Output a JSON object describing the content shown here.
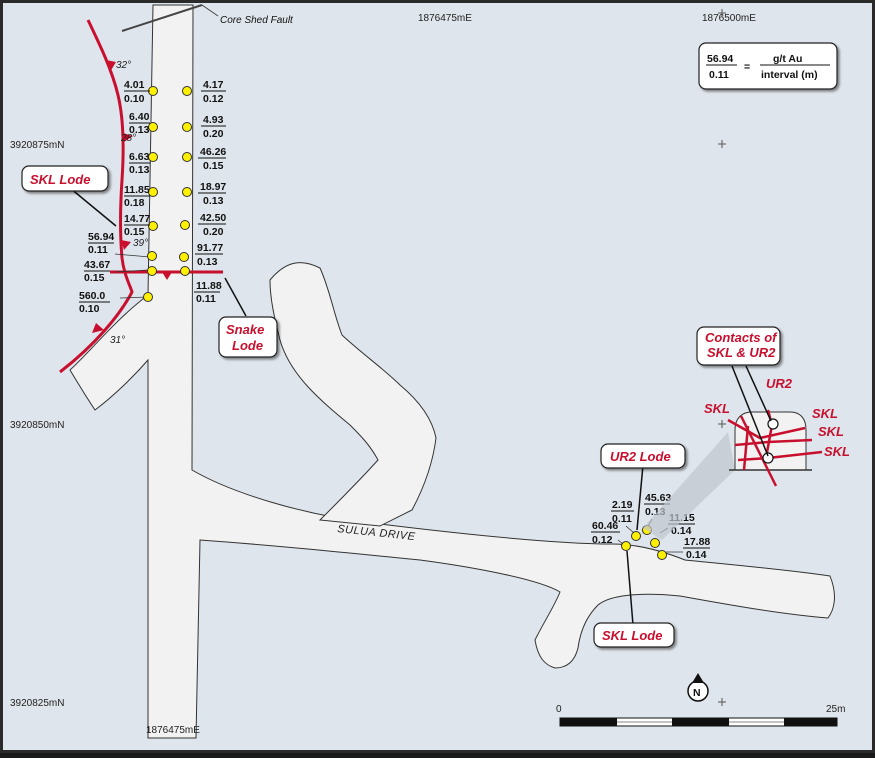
{
  "annotations": {
    "fault": "Core Shed Fault",
    "drive": "SULUA DRIVE"
  },
  "grid": {
    "easting_top_left": "1876475mE",
    "easting_top_right": "1876500mE",
    "easting_bottom": "1876475mE",
    "northing_1": "3920875mN",
    "northing_2": "3920850mN",
    "northing_3": "3920825mN"
  },
  "legend": {
    "grade": "56.94",
    "interval": "0.11",
    "equals": "=",
    "grade_unit": "g/t Au",
    "interval_unit": "interval (m)"
  },
  "lode_labels": {
    "skl_north": "SKL Lode",
    "snake_1": "Snake",
    "snake_2": "Lode",
    "ur2": "UR2 Lode",
    "skl_south": "SKL Lode"
  },
  "contacts_callout": {
    "line1": "Contacts of",
    "line2": "SKL & UR2"
  },
  "inset_labels": {
    "ur2": "UR2",
    "skl_1": "SKL",
    "skl_2": "SKL",
    "skl_3": "SKL",
    "skl_4": "SKL"
  },
  "dips": [
    "32°",
    "28°",
    "39°",
    "31°"
  ],
  "assays": [
    {
      "g": "4.01",
      "i": "0.10"
    },
    {
      "g": "6.40",
      "i": "0.13"
    },
    {
      "g": "6.63",
      "i": "0.13"
    },
    {
      "g": "11.85",
      "i": "0.18"
    },
    {
      "g": "14.77",
      "i": "0.15"
    },
    {
      "g": "56.94",
      "i": "0.11"
    },
    {
      "g": "43.67",
      "i": "0.15"
    },
    {
      "g": "560.0",
      "i": "0.10"
    },
    {
      "g": "4.17",
      "i": "0.12"
    },
    {
      "g": "4.93",
      "i": "0.20"
    },
    {
      "g": "46.26",
      "i": "0.15"
    },
    {
      "g": "18.97",
      "i": "0.13"
    },
    {
      "g": "42.50",
      "i": "0.20"
    },
    {
      "g": "91.77",
      "i": "0.13"
    },
    {
      "g": "11.88",
      "i": "0.11"
    },
    {
      "g": "2.19",
      "i": "0.11"
    },
    {
      "g": "45.63",
      "i": "0.13"
    },
    {
      "g": "60.46",
      "i": "0.12"
    },
    {
      "g": "11.15",
      "i": "0.14"
    },
    {
      "g": "17.88",
      "i": "0.14"
    }
  ],
  "scale": {
    "start": "0",
    "end": "25m"
  },
  "north": "N",
  "colors": {
    "background": "#dfe5ec",
    "drive": "#f2f2f2",
    "lode": "#c8102e",
    "sample": "#ffef00"
  }
}
